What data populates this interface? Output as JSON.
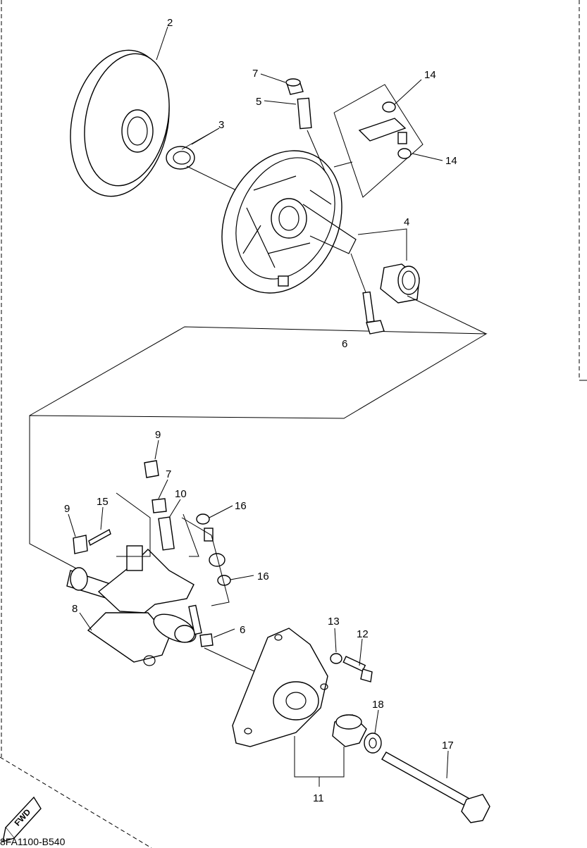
{
  "diagram": {
    "code": "8FA1100-B540",
    "fwd_label": "FWD",
    "callouts": [
      "2",
      "3",
      "4",
      "5",
      "6",
      "6",
      "7",
      "7",
      "8",
      "9",
      "9",
      "10",
      "11",
      "12",
      "13",
      "14",
      "14",
      "15",
      "16",
      "16",
      "17",
      "18"
    ]
  }
}
